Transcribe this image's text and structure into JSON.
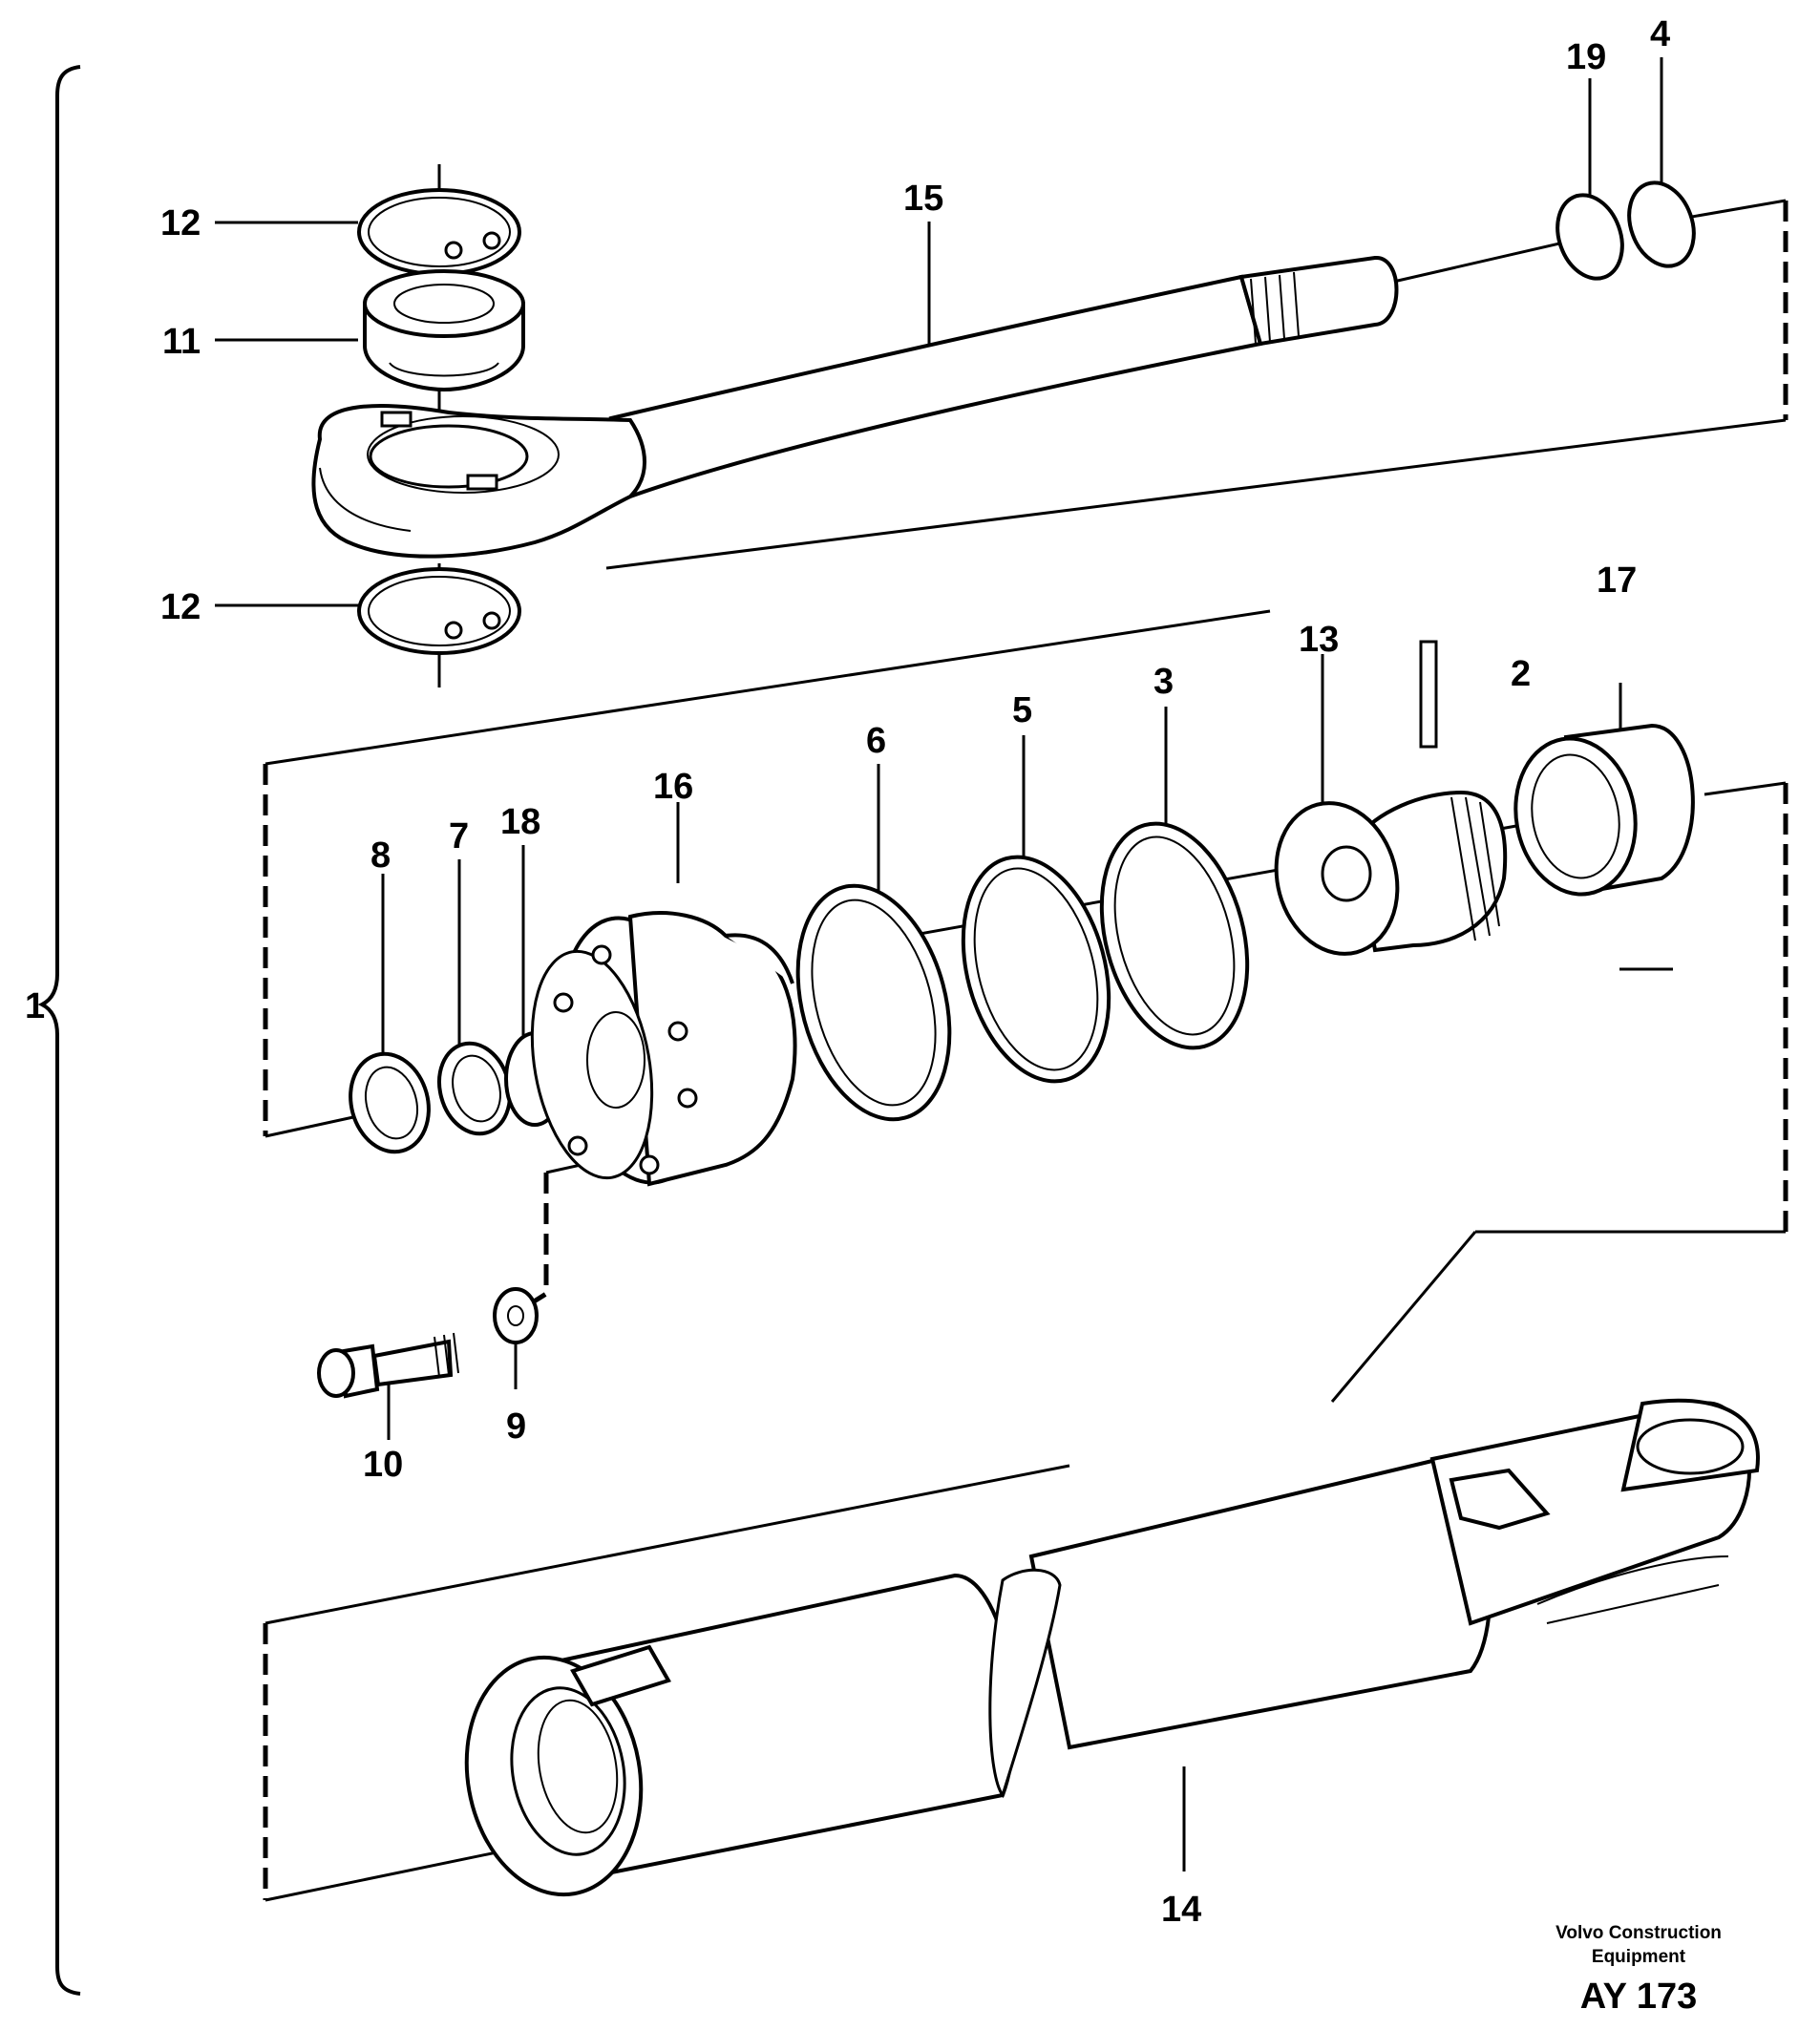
{
  "labels": {
    "assembly": "1",
    "part_2": "2",
    "part_3": "3",
    "part_4": "4",
    "part_5": "5",
    "part_6": "6",
    "part_7": "7",
    "part_8": "8",
    "part_9": "9",
    "part_10": "10",
    "part_11": "11",
    "part_12_upper": "12",
    "part_12_lower": "12",
    "part_13": "13",
    "part_14": "14",
    "part_15": "15",
    "part_16": "16",
    "part_17": "17",
    "part_18": "18",
    "part_19": "19"
  },
  "footer": {
    "brand_line1": "Volvo Construction",
    "brand_line2": "Equipment",
    "drawing_code": "AY 173"
  }
}
